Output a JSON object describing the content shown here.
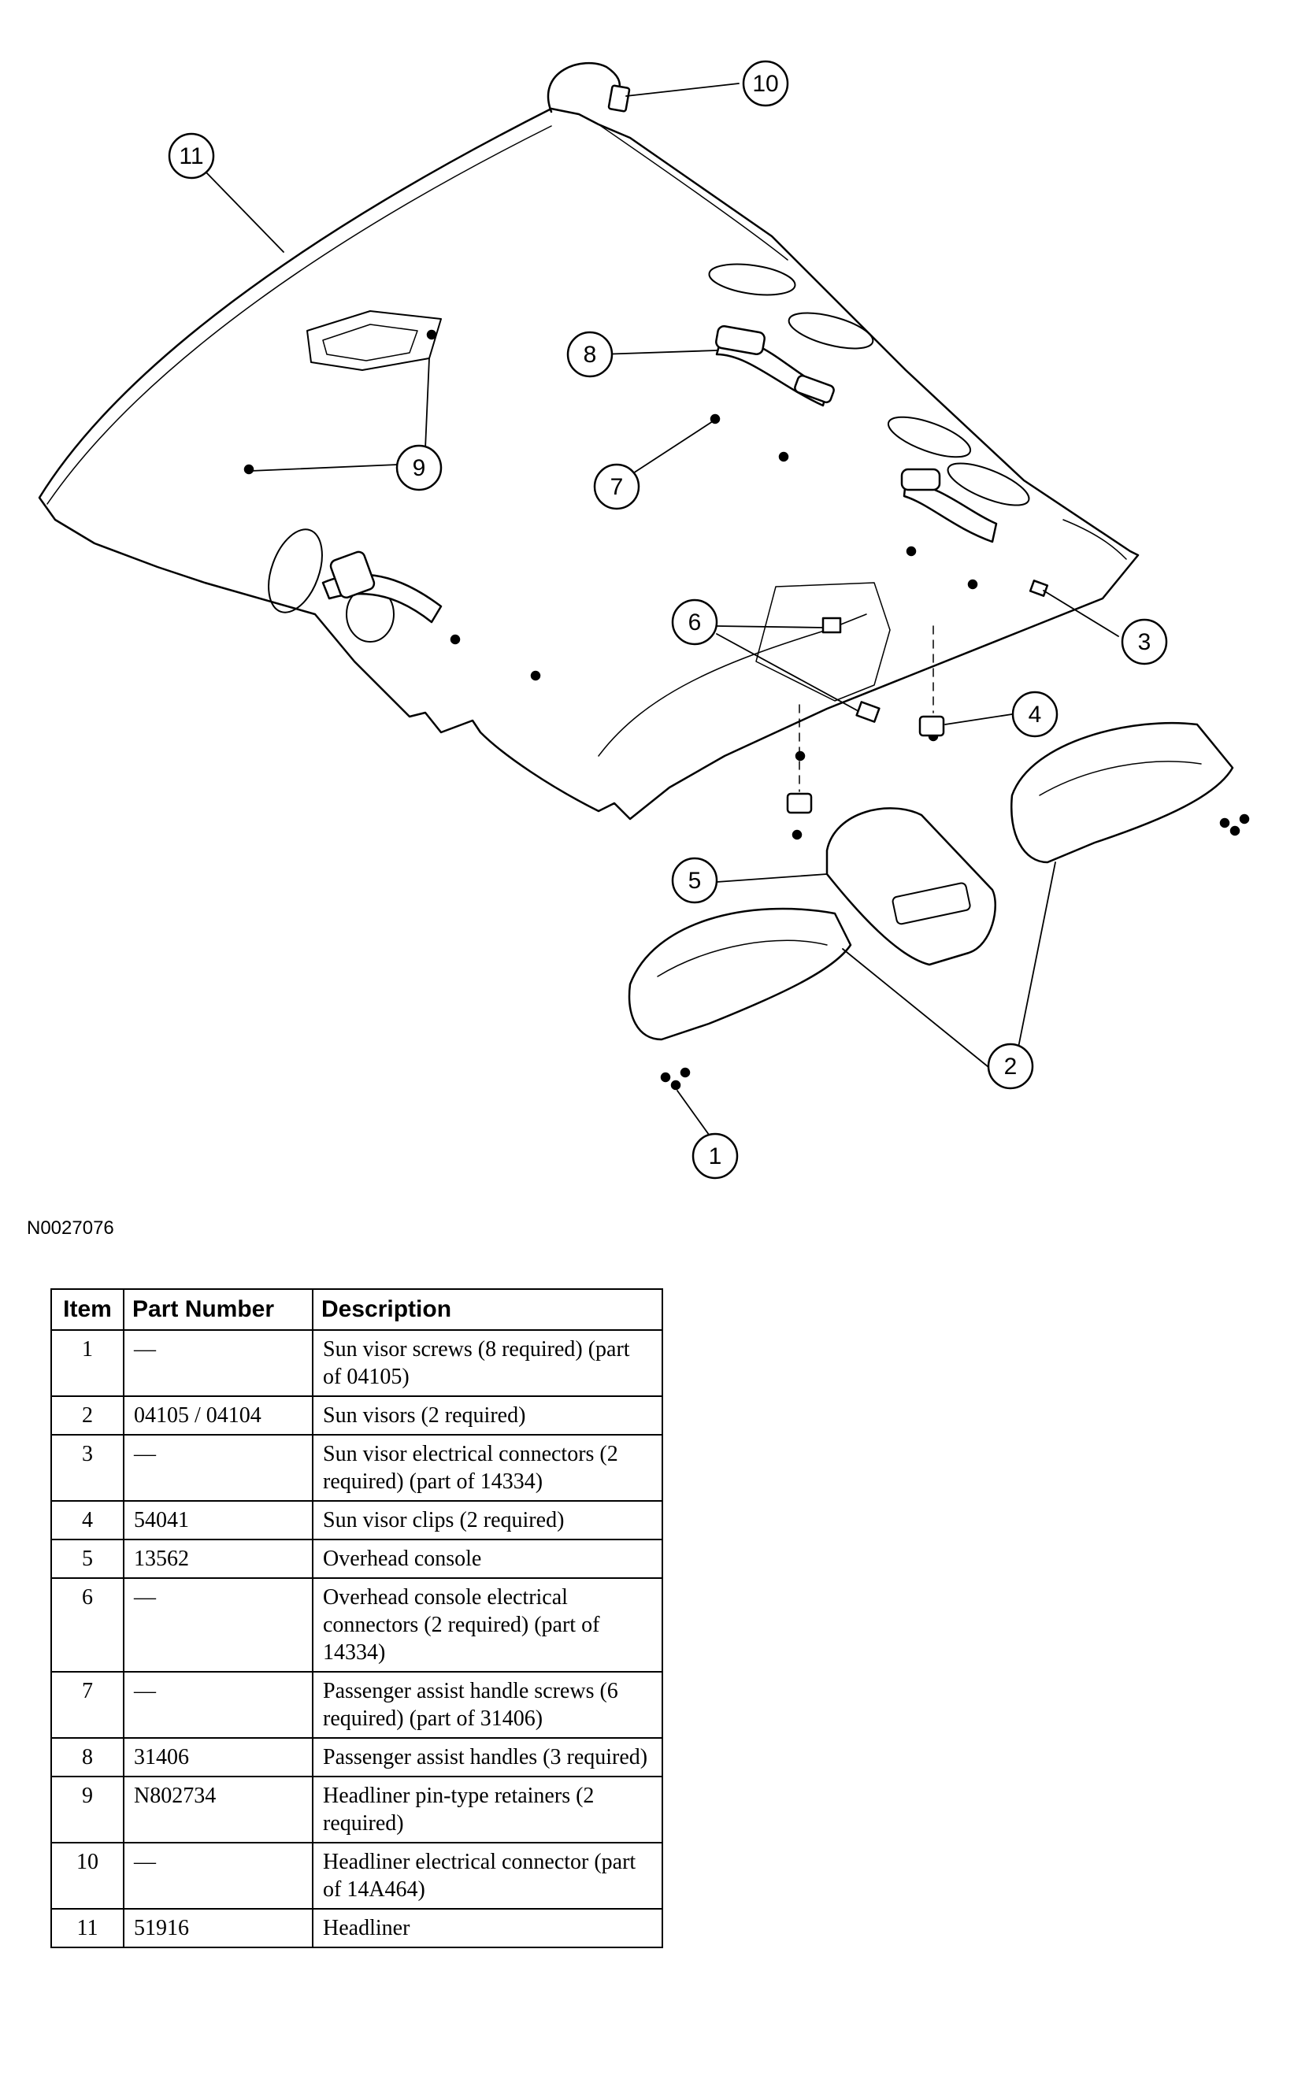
{
  "figure_id": "N0027076",
  "callouts": [
    "1",
    "2",
    "3",
    "4",
    "5",
    "6",
    "7",
    "8",
    "9",
    "10",
    "11"
  ],
  "table": {
    "headers": {
      "item": "Item",
      "part_number": "Part Number",
      "description": "Description"
    },
    "rows": [
      {
        "item": "1",
        "part": "—",
        "desc": "Sun visor screws (8 required) (part of 04105)"
      },
      {
        "item": "2",
        "part": "04105 / 04104",
        "desc": "Sun visors (2 required)"
      },
      {
        "item": "3",
        "part": "—",
        "desc": "Sun visor electrical connectors (2 required) (part of 14334)"
      },
      {
        "item": "4",
        "part": "54041",
        "desc": "Sun visor clips (2 required)"
      },
      {
        "item": "5",
        "part": "13562",
        "desc": "Overhead console"
      },
      {
        "item": "6",
        "part": "—",
        "desc": "Overhead console electrical connectors (2 required) (part of 14334)"
      },
      {
        "item": "7",
        "part": "—",
        "desc": "Passenger assist handle screws (6 required) (part of 31406)"
      },
      {
        "item": "8",
        "part": "31406",
        "desc": "Passenger assist handles (3 required)"
      },
      {
        "item": "9",
        "part": "N802734",
        "desc": "Headliner pin-type retainers (2 required)"
      },
      {
        "item": "10",
        "part": "—",
        "desc": "Headliner electrical connector (part of 14A464)"
      },
      {
        "item": "11",
        "part": "51916",
        "desc": "Headliner"
      }
    ]
  }
}
